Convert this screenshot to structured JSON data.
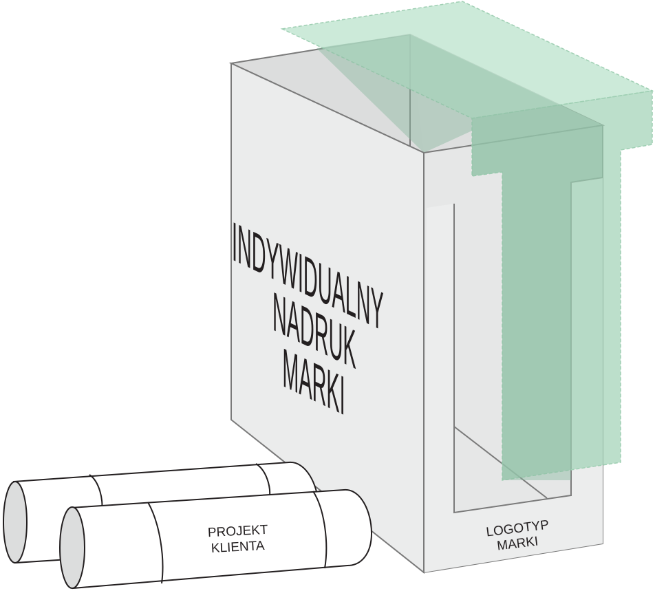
{
  "front_panel": {
    "lines": [
      "INDYWIDUALNY",
      "NADRUK",
      "MARKI"
    ]
  },
  "logo_label": {
    "lines": [
      "LOGOTYP",
      "MARKI"
    ]
  },
  "roll_label": {
    "lines": [
      "PROJEKT",
      "KLIENTA"
    ]
  },
  "colors": {
    "panel_front": "#ebecec",
    "panel_side": "#dcdddd",
    "outline": "#7a7a7a",
    "green_tint": "#c3e6d2",
    "green_overlap": "#a8c9b5",
    "roll_end": "#dcdddd"
  }
}
